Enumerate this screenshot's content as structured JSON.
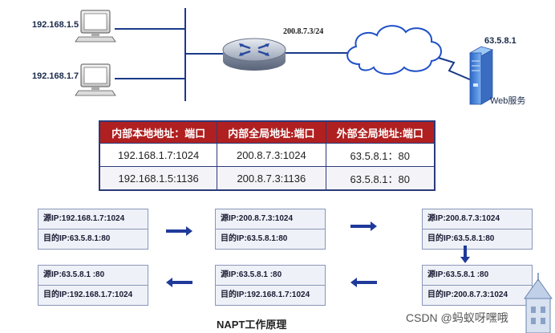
{
  "hosts": [
    {
      "ip": "192.168.1.5"
    },
    {
      "ip": "192.168.1.7"
    }
  ],
  "router": {
    "address": "200.8.7.3/24"
  },
  "server": {
    "ip": "63.5.8.1",
    "label": "Web服务"
  },
  "table": {
    "headers": [
      "内部本地地址：端口",
      "内部全局地址:端口",
      "外部全局地址:端口"
    ],
    "rows": [
      [
        "192.168.1.7:1024",
        "200.8.7.3:1024",
        "63.5.8.1：80"
      ],
      [
        "192.168.1.5:1136",
        "200.8.7.3:1136",
        "63.5.8.1：80"
      ]
    ]
  },
  "packets": {
    "p1": {
      "src": "源IP:192.168.1.7:1024",
      "dst": "目的IP:63.5.8.1:80"
    },
    "p2": {
      "src": "源IP:200.8.7.3:1024",
      "dst": "目的IP:63.5.8.1:80"
    },
    "p3": {
      "src": "源IP:200.8.7.3:1024",
      "dst": "目的IP:63.5.8.1:80"
    },
    "p4": {
      "src": "源IP:63.5.8.1 :80",
      "dst": "目的IP:200.8.7.3:1024"
    },
    "p5": {
      "src": "源IP:63.5.8.1 :80",
      "dst": "目的IP:192.168.1.7:1024"
    },
    "p6": {
      "src": "源IP:63.5.8.1 :80",
      "dst": "目的IP:192.168.1.7:1024"
    }
  },
  "caption": "NAPT工作原理",
  "watermark": "CSDN @蚂蚁呀嘿哦",
  "colors": {
    "header_bg": "#b02020",
    "arrow": "#1f3a9a",
    "border": "#2b3a7a"
  }
}
